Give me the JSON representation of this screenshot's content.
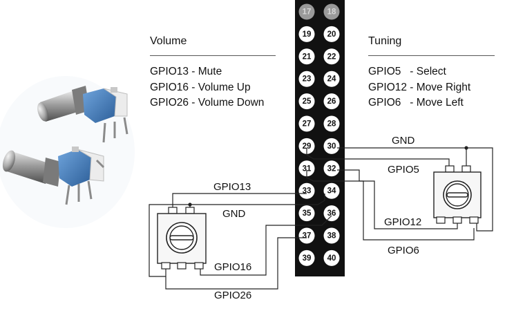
{
  "volume": {
    "title": "Volume",
    "mappings": [
      "GPIO13 - Mute",
      "GPIO16 - Volume Up",
      "GPIO26 - Volume Down"
    ]
  },
  "tuning": {
    "title": "Tuning",
    "mappings": [
      "GPIO5   - Select",
      "GPIO12 - Move Right",
      "GPIO6   - Move Left"
    ]
  },
  "header_pins": {
    "left": [
      "17",
      "19",
      "21",
      "23",
      "25",
      "27",
      "29",
      "31",
      "33",
      "35",
      "37",
      "39"
    ],
    "right": [
      "18",
      "20",
      "22",
      "24",
      "26",
      "28",
      "30",
      "32",
      "34",
      "36",
      "38",
      "40"
    ],
    "faded": [
      "17",
      "18"
    ]
  },
  "wire_labels": {
    "gnd_tuning": "GND",
    "gpio5": "GPIO5",
    "gpio12": "GPIO12",
    "gpio6": "GPIO6",
    "gpio13": "GPIO13",
    "gnd_volume": "GND",
    "gpio16": "GPIO16",
    "gpio26": "GPIO26"
  },
  "colors": {
    "header_bg": "#111111",
    "pin_fill": "#ffffff",
    "faded_pin_fill": "#9a9a9a",
    "wire": "#222222",
    "encoder_body": "#f4f4f4",
    "encoder_blue": "#3f78b8"
  }
}
